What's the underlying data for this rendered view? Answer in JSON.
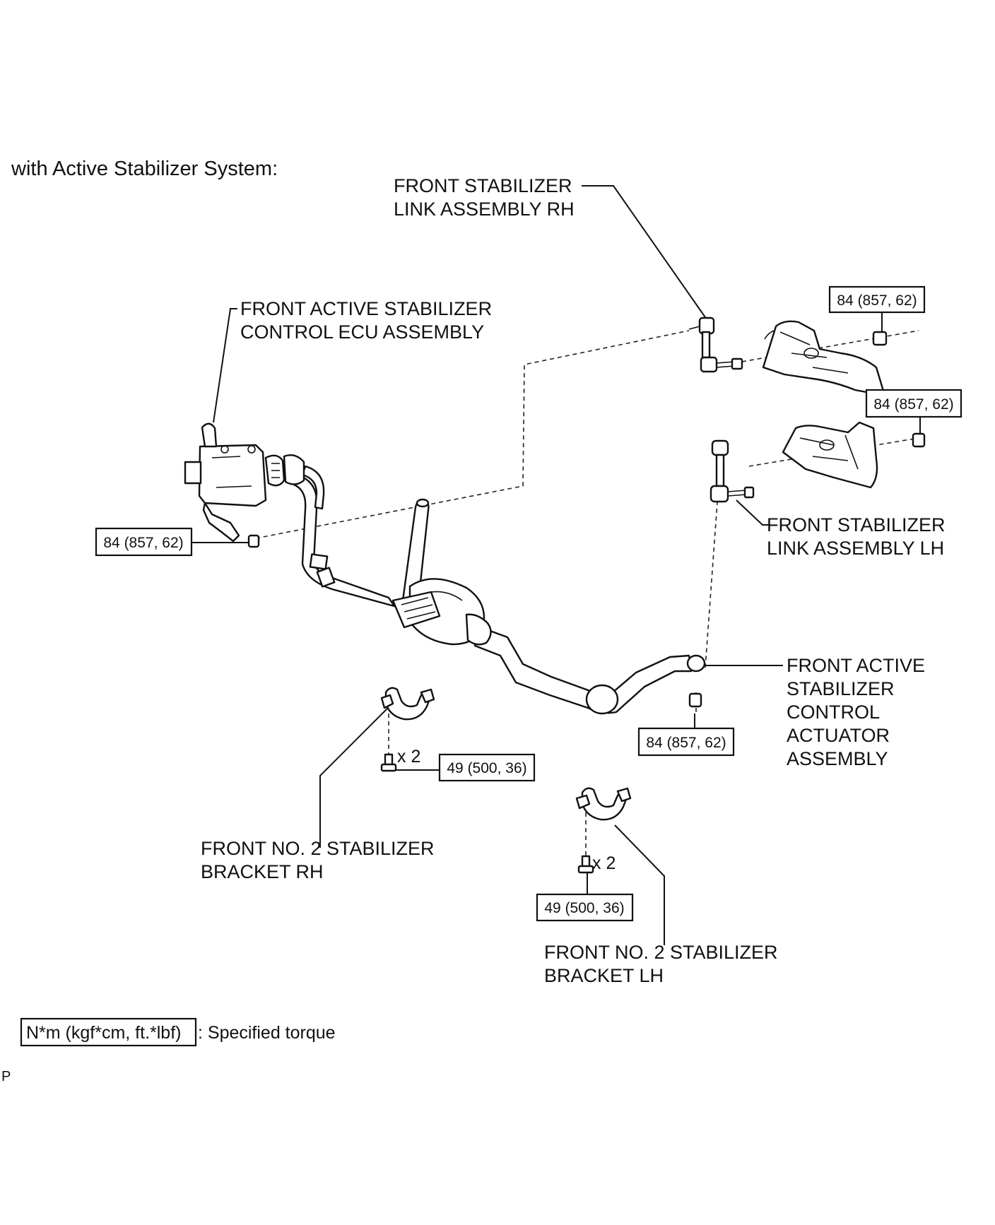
{
  "heading": "with Active Stabilizer System:",
  "labels": {
    "link_rh": [
      "FRONT STABILIZER",
      "LINK ASSEMBLY RH"
    ],
    "ecu": [
      "FRONT ACTIVE STABILIZER",
      "CONTROL ECU ASSEMBLY"
    ],
    "link_lh": [
      "FRONT STABILIZER",
      "LINK ASSEMBLY LH"
    ],
    "actuator": [
      "FRONT ACTIVE",
      "STABILIZER",
      "CONTROL",
      "ACTUATOR",
      "ASSEMBLY"
    ],
    "bracket_rh": [
      "FRONT NO. 2 STABILIZER",
      "BRACKET RH"
    ],
    "bracket_lh": [
      "FRONT NO. 2 STABILIZER",
      "BRACKET LH"
    ]
  },
  "torques": {
    "link_rh_nut": "84 (857, 62)",
    "link_lh_nut": "84 (857, 62)",
    "ecu_nut": "84 (857, 62)",
    "actuator_nut": "84 (857, 62)",
    "bracket_rh_bolt": "49 (500, 36)",
    "bracket_lh_bolt": "49 (500, 36)"
  },
  "quantities": {
    "bracket_rh_bolt": "x 2",
    "bracket_lh_bolt": "x 2"
  },
  "legend": {
    "unit": "N*m (kgf*cm, ft.*lbf)",
    "description": ": Specified torque"
  },
  "corner_mark": "P"
}
